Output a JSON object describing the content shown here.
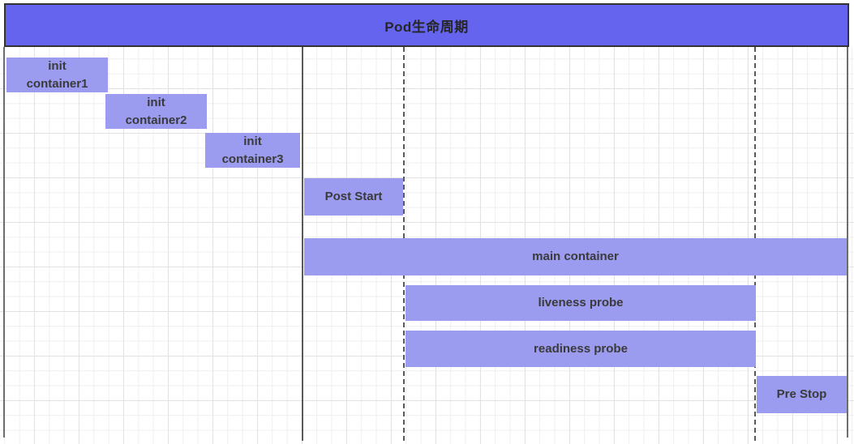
{
  "title": "Pod生命周期",
  "colors": {
    "title_fill": "#6464ee",
    "title_text": "#262626",
    "bar_fill": "#9b9bf0",
    "bar_text": "#3a3a3a",
    "frame_border": "#333333",
    "line_color": "#5a5a5a"
  },
  "bars": [
    {
      "id": "init-container1",
      "label": "init\ncontainer1"
    },
    {
      "id": "init-container2",
      "label": "init\ncontainer2"
    },
    {
      "id": "init-container3",
      "label": "init\ncontainer3"
    },
    {
      "id": "post-start",
      "label": "Post Start"
    },
    {
      "id": "main-container",
      "label": "main container"
    },
    {
      "id": "liveness-probe",
      "label": "liveness probe"
    },
    {
      "id": "readiness-probe",
      "label": "readiness probe"
    },
    {
      "id": "pre-stop",
      "label": "Pre Stop"
    }
  ]
}
